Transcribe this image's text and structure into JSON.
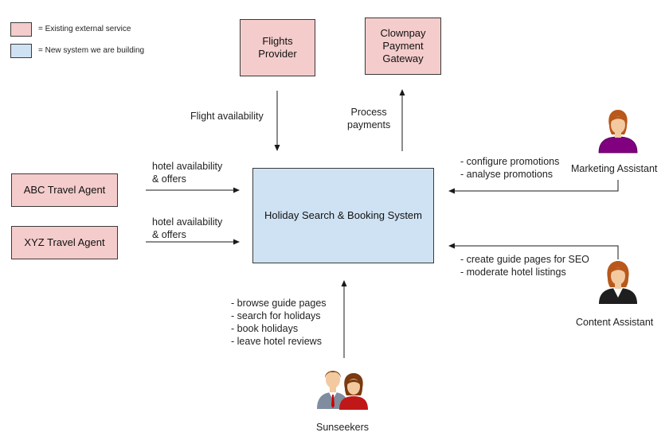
{
  "legend": {
    "existing": {
      "label": "= Existing external service",
      "color": "#f4cccc"
    },
    "new": {
      "label": "= New system we are building",
      "color": "#cfe2f3"
    }
  },
  "nodes": {
    "flights_provider": {
      "lines": [
        "Flights",
        "Provider"
      ],
      "kind": "existing"
    },
    "clownpay": {
      "lines": [
        "Clownpay",
        "Payment",
        "Gateway"
      ],
      "kind": "existing"
    },
    "abc_agent": {
      "lines": [
        "ABC Travel Agent"
      ],
      "kind": "existing"
    },
    "xyz_agent": {
      "lines": [
        "XYZ Travel Agent"
      ],
      "kind": "existing"
    },
    "booking_system": {
      "lines": [
        "Holiday Search & Booking System"
      ],
      "kind": "new"
    }
  },
  "actors": {
    "marketing": {
      "name": "Marketing Assistant",
      "icon": "female-user-icon",
      "shirt": "#800080"
    },
    "content": {
      "name": "Content Assistant",
      "icon": "female-user-icon",
      "shirt": "#222222"
    },
    "sunseekers": {
      "name": "Sunseekers",
      "icon": "users-group-icon"
    }
  },
  "flows": {
    "flight_availability": [
      "Flight availability"
    ],
    "process_payments": [
      "Process",
      "payments"
    ],
    "abc_hotel": [
      "hotel availability",
      "& offers"
    ],
    "xyz_hotel": [
      "hotel availability",
      "& offers"
    ],
    "marketing": [
      "- configure promotions",
      "- analyse promotions"
    ],
    "content": [
      "- create guide pages for SEO",
      "- moderate hotel listings"
    ],
    "sunseekers": [
      "- browse guide pages",
      "- search for holidays",
      "- book holidays",
      "- leave hotel reviews"
    ]
  }
}
